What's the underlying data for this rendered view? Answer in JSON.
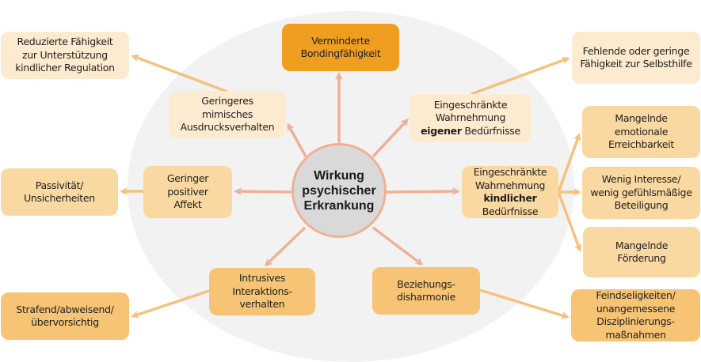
{
  "diagram": {
    "center": {
      "lines": [
        "Wirkung",
        "psychischer",
        "Erkrankung"
      ]
    },
    "colors": {
      "ellipse_fill": "#f2f2f2",
      "center_fill": "#d9d9d9",
      "center_border": "#efb196",
      "primary_arrow": "#efb196",
      "secondary_arrow": "#f5c27e",
      "box_light": "#fdebd0",
      "box_medium": "#f9d9a1",
      "box_dark": "#f7c475",
      "box_accent": "#f09e20"
    },
    "primary_effects": {
      "bonding": {
        "lines": [
          "Verminderte",
          "Bondingfähigkeit"
        ]
      },
      "mimic": {
        "lines": [
          "Geringeres",
          "mimisches",
          "Ausdrucksverhalten"
        ]
      },
      "own_needs": {
        "line1": "Eingeschränkte",
        "line2": "Wahrnehmung",
        "bold": "eigener",
        "rest": " Bedürfnisse"
      },
      "affect": {
        "lines": [
          "Geringer",
          "positiver",
          "Affekt"
        ]
      },
      "child_needs": {
        "line1": "Eingeschränkte",
        "line2": "Wahrnehmung",
        "bold": "kindlicher",
        "line4": "Bedürfnisse"
      },
      "intrusive": {
        "lines": [
          "Intrusives",
          "Interaktions-",
          "verhalten"
        ]
      },
      "relationship": {
        "lines": [
          "Beziehungs-",
          "disharmonie"
        ]
      }
    },
    "secondary_effects": {
      "regulation": {
        "lines": [
          "Reduzierte Fähigkeit",
          "zur Unterstützung",
          "kindlicher Regulation"
        ]
      },
      "selfhelp": {
        "lines": [
          "Fehlende oder geringe",
          "Fähigkeit zur Selbsthilfe"
        ]
      },
      "passivity": {
        "lines": [
          "Passivität/",
          "Unsicherheiten"
        ]
      },
      "emotional": {
        "lines": [
          "Mangelnde",
          "emotionale",
          "Erreichbarkeit"
        ]
      },
      "interest": {
        "lines": [
          "Wenig Interesse/",
          "wenig gefühlsmäßige",
          "Beteiligung"
        ]
      },
      "support": {
        "lines": [
          "Mangelnde",
          "Förderung"
        ]
      },
      "punitive": {
        "lines": [
          "Strafend/abweisend/",
          "übervorsichtig"
        ]
      },
      "hostility": {
        "lines": [
          "Feindseligkeiten/",
          "unangemessene",
          "Disziplinierungs-",
          "maßnahmen"
        ]
      }
    },
    "connections": [
      {
        "from": "center",
        "to": "bonding",
        "kind": "primary"
      },
      {
        "from": "center",
        "to": "mimic",
        "kind": "primary"
      },
      {
        "from": "center",
        "to": "own_needs",
        "kind": "primary"
      },
      {
        "from": "center",
        "to": "affect",
        "kind": "primary"
      },
      {
        "from": "center",
        "to": "child_needs",
        "kind": "primary"
      },
      {
        "from": "center",
        "to": "intrusive",
        "kind": "primary"
      },
      {
        "from": "center",
        "to": "relationship",
        "kind": "primary"
      },
      {
        "from": "mimic",
        "to": "regulation",
        "kind": "secondary"
      },
      {
        "from": "own_needs",
        "to": "selfhelp",
        "kind": "secondary"
      },
      {
        "from": "affect",
        "to": "passivity",
        "kind": "secondary"
      },
      {
        "from": "child_needs",
        "to": "emotional",
        "kind": "secondary"
      },
      {
        "from": "child_needs",
        "to": "interest",
        "kind": "secondary"
      },
      {
        "from": "child_needs",
        "to": "support",
        "kind": "secondary"
      },
      {
        "from": "intrusive",
        "to": "punitive",
        "kind": "secondary"
      },
      {
        "from": "relationship",
        "to": "hostility",
        "kind": "secondary"
      }
    ]
  }
}
